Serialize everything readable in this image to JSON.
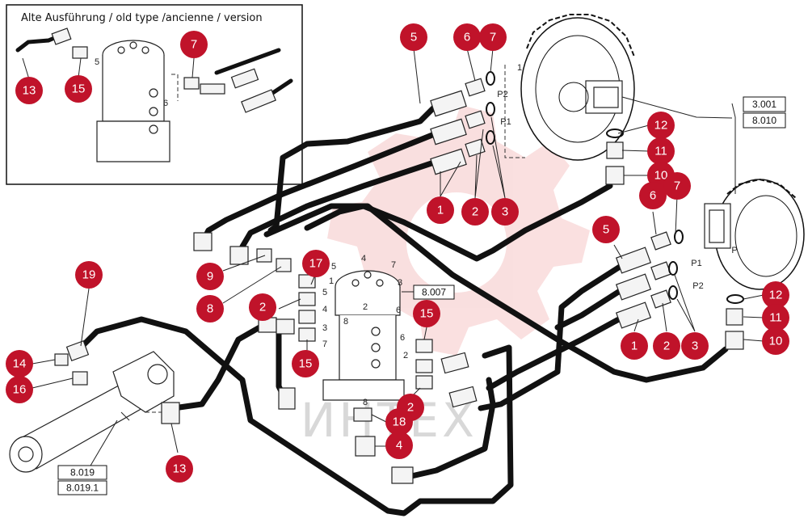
{
  "inset": {
    "title": "Alte Ausführung / old type /ancienne / version",
    "callouts": [
      "13",
      "15",
      "7"
    ],
    "port_labels": [
      "5",
      "6"
    ]
  },
  "callouts": [
    {
      "label": "5"
    },
    {
      "label": "6"
    },
    {
      "label": "7"
    },
    {
      "label": "1"
    },
    {
      "label": "2"
    },
    {
      "label": "3"
    },
    {
      "label": "12"
    },
    {
      "label": "11"
    },
    {
      "label": "10"
    },
    {
      "label": "7"
    },
    {
      "label": "6"
    },
    {
      "label": "5"
    },
    {
      "label": "1"
    },
    {
      "label": "2"
    },
    {
      "label": "3"
    },
    {
      "label": "12"
    },
    {
      "label": "11"
    },
    {
      "label": "10"
    },
    {
      "label": "9"
    },
    {
      "label": "8"
    },
    {
      "label": "17"
    },
    {
      "label": "2"
    },
    {
      "label": "15"
    },
    {
      "label": "15"
    },
    {
      "label": "19"
    },
    {
      "label": "14"
    },
    {
      "label": "16"
    },
    {
      "label": "13"
    },
    {
      "label": "2"
    },
    {
      "label": "18"
    },
    {
      "label": "4"
    }
  ],
  "references": [
    "3.001",
    "8.010",
    "8.007",
    "8.019",
    "8.019.1"
  ],
  "port_labels": {
    "motor_top": [
      "1",
      "P2",
      "P1"
    ],
    "motor_right": [
      "P",
      "P1",
      "P2"
    ],
    "swivel_top": [
      "5",
      "4",
      "7",
      "1",
      "3",
      "2",
      "8",
      "6"
    ],
    "swivel_side": [
      "5",
      "4",
      "3",
      "7",
      "6",
      "2",
      "8"
    ]
  },
  "watermark": "ИНТЕХ",
  "colors": {
    "callout": "#c0132a",
    "watermark": "#f2b8b8",
    "line": "#111111"
  }
}
